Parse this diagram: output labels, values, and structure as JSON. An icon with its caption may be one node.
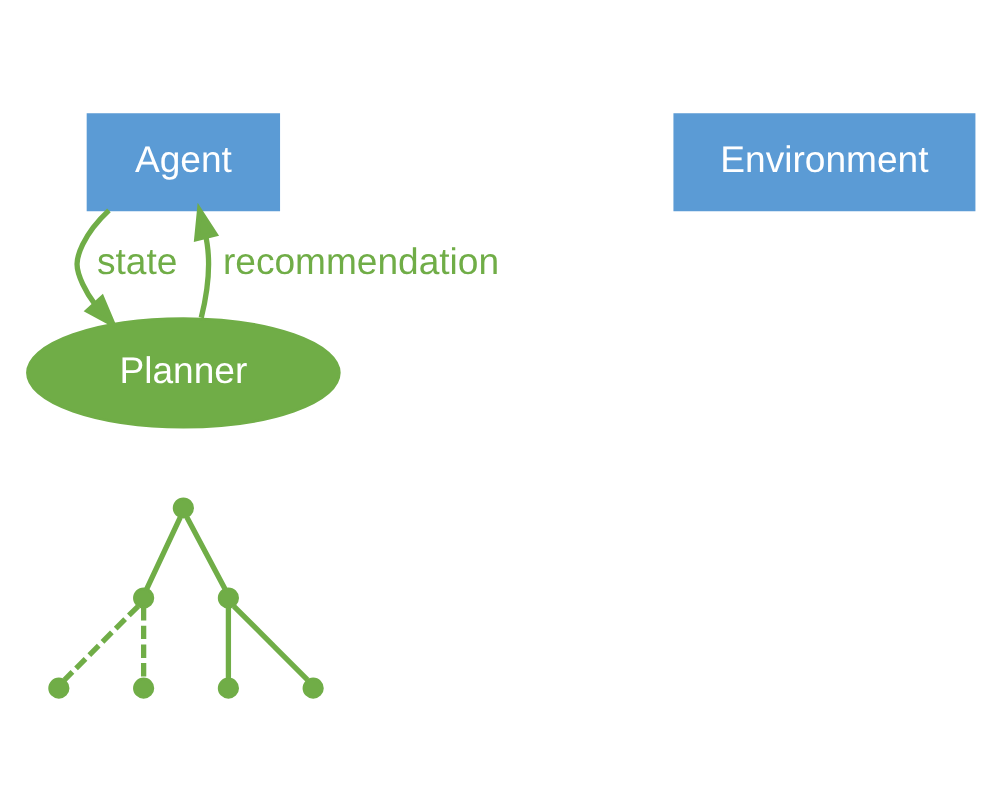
{
  "diagram": {
    "nodes": [
      {
        "text": [
          "Agent"
        ]
      },
      {
        "text": [
          "Environment"
        ]
      },
      {
        "text": [
          "Planner"
        ]
      },
      {
        "text": [],
        "shape": "circle"
      },
      {
        "text": [],
        "shape": "circle"
      },
      {
        "text": [],
        "shape": "circle"
      },
      {
        "text": [],
        "shape": "circle"
      },
      {
        "text": [],
        "shape": "circle"
      },
      {
        "text": [],
        "shape": "circle"
      },
      {
        "text": [],
        "shape": "circle"
      }
    ],
    "edges": [
      {
        "from": 0,
        "to": 2,
        "arrow": "to",
        "label": "state"
      },
      {
        "from": 2,
        "to": 0,
        "arrow": "to",
        "label": "recommendation"
      },
      {
        "from": 3,
        "to": 4,
        "arrow": "none"
      },
      {
        "from": 3,
        "to": 5,
        "arrow": "none"
      },
      {
        "from": 4,
        "to": 6,
        "arrow": "none",
        "style": "dashed"
      },
      {
        "from": 4,
        "to": 7,
        "arrow": "none",
        "style": "dashed"
      },
      {
        "from": 5,
        "to": 8,
        "arrow": "none"
      },
      {
        "from": 5,
        "to": 9,
        "arrow": "none"
      }
    ]
  }
}
